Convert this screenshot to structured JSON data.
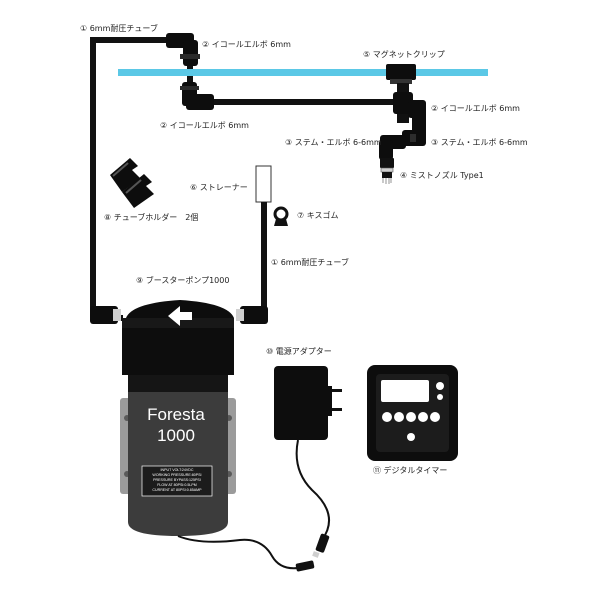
{
  "labels": {
    "tube_top": "① 6mm耐圧チューブ",
    "elbow_top": "② イコールエルボ 6mm",
    "magnet_clip": "⑤ マグネットクリップ",
    "elbow_mid_left": "② イコールエルボ 6mm",
    "elbow_mid_right": "② イコールエルボ 6mm",
    "stem_elbow_left": "③ ステム・エルボ 6-6mm",
    "stem_elbow_right": "③ ステム・エルボ 6-6mm",
    "mist_nozzle": "④ ミストノズル Type1",
    "strainer": "⑥ ストレーナー",
    "kiss_rubber": "⑦ キスゴム",
    "tube_holder": "⑧ チューブホルダー　2個",
    "tube_right": "① 6mm耐圧チューブ",
    "booster_pump": "⑨ ブースターポンプ1000",
    "power_adapter": "⑩ 電源アダプター",
    "digital_timer": "⑪ デジタルタイマー"
  },
  "pump": {
    "brand": "Foresta",
    "model": "1000",
    "spec_lines": [
      "INPUT VOLT:24VDC",
      "WORKING PRESSURE:80PSI",
      "PRESSURE BYPASS:125PSI",
      "FLOW AT 80PSI:0.5LPM",
      "CURRENT AT 80PSI:0.85AMP"
    ]
  },
  "colors": {
    "tube": "#111111",
    "rail": "#5bc8e6",
    "pump_head": "#0d0d0d",
    "pump_body": "#3c3c3c",
    "pump_bracket": "#9b9b9b",
    "fitting_silver": "#cfcfcf"
  },
  "icons": {
    "flow_arrow": "left-arrow-icon"
  }
}
